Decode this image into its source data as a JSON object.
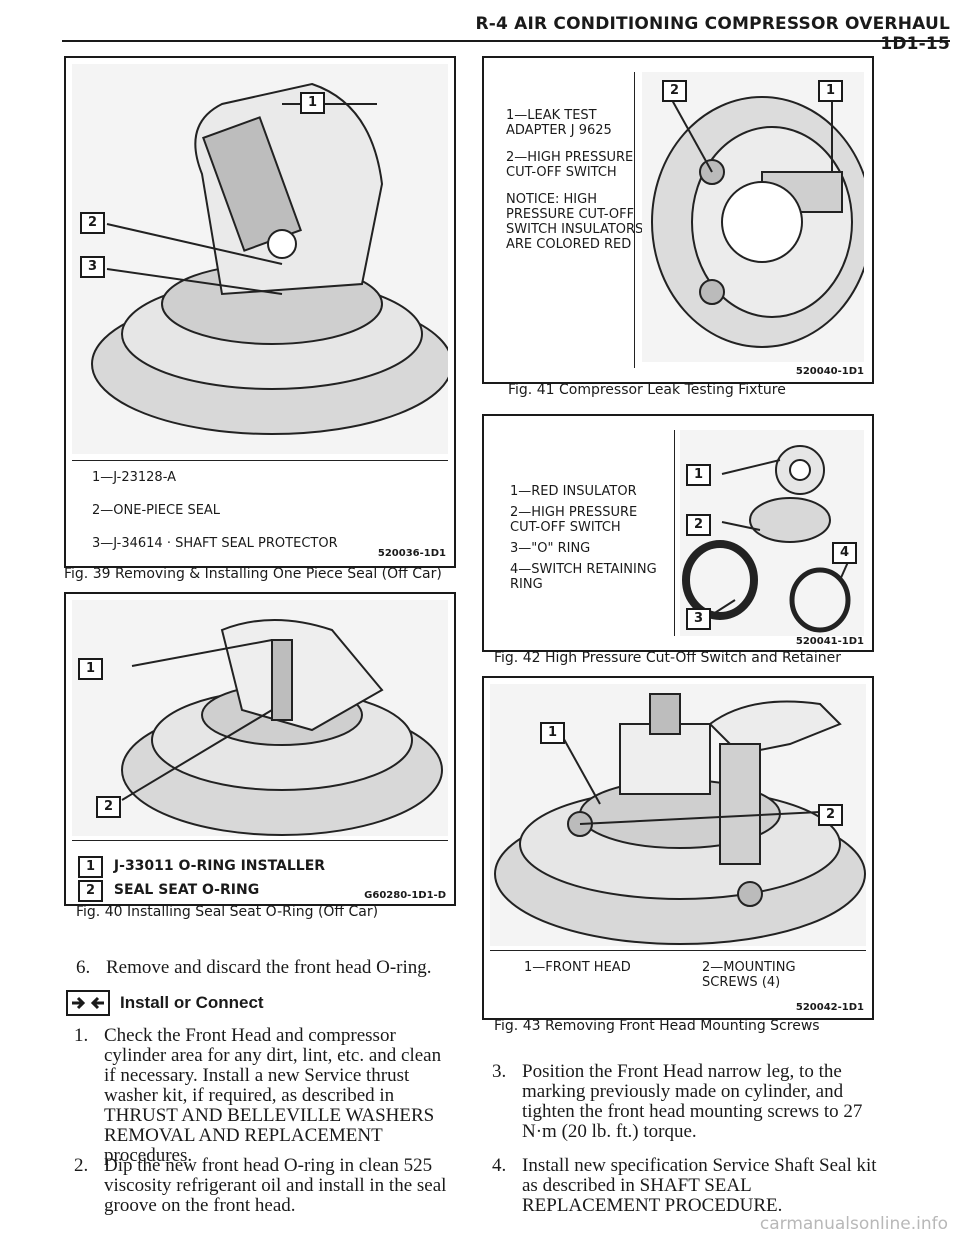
{
  "header": {
    "title": "R-4 AIR CONDITIONING COMPRESSOR OVERHAUL  1D1-15"
  },
  "fig39": {
    "callouts": [
      "1",
      "2",
      "3"
    ],
    "legend": [
      "1—J-23128-A",
      "2—ONE-PIECE SEAL",
      "3—J-34614 · SHAFT SEAL PROTECTOR"
    ],
    "code": "520036-1D1",
    "caption": "Fig. 39 Removing & Installing One Piece Seal (Off Car)"
  },
  "fig40": {
    "callouts": [
      "1",
      "2"
    ],
    "legend": [
      {
        "num": "1",
        "text": "J-33011 O-RING INSTALLER"
      },
      {
        "num": "2",
        "text": "SEAL SEAT O-RING"
      }
    ],
    "code": "G60280-1D1-D",
    "caption": "Fig. 40 Installing Seal Seat O-Ring (Off Car)"
  },
  "fig41": {
    "callouts": [
      "2",
      "1"
    ],
    "legend": [
      "1—LEAK TEST ADAPTER J 9625",
      "2—HIGH PRESSURE CUT-OFF SWITCH",
      "NOTICE: HIGH PRESSURE CUT-OFF SWITCH INSULATORS ARE COLORED RED"
    ],
    "code": "520040-1D1",
    "caption": "Fig. 41 Compressor Leak Testing Fixture"
  },
  "fig42": {
    "callouts": [
      "1",
      "2",
      "4",
      "3"
    ],
    "legend": [
      "1—RED INSULATOR",
      "2—HIGH PRESSURE CUT-OFF SWITCH",
      "3—\"O\" RING",
      "4—SWITCH RETAINING RING"
    ],
    "code": "520041-1D1",
    "caption": "Fig. 42 High Pressure Cut-Off Switch and Retainer"
  },
  "fig43": {
    "callouts": [
      "1",
      "2"
    ],
    "legend": [
      "1—FRONT HEAD",
      "2—MOUNTING SCREWS (4)"
    ],
    "code": "520042-1D1",
    "caption": "Fig. 43 Removing Front Head Mounting Screws"
  },
  "text": {
    "step6": {
      "num": "6.",
      "text": "Remove and discard the front head O-ring."
    },
    "install_heading": "Install or Connect",
    "steps": [
      {
        "num": "1.",
        "text": "Check the Front Head and compressor cylinder area for any dirt, lint, etc. and clean if necessary. Install a new Service thrust washer kit, if required, as described in THRUST AND BELLEVILLE WASHERS REMOVAL AND REPLACEMENT procedures."
      },
      {
        "num": "2.",
        "text": "Dip the new front head O-ring in clean 525 viscosity refrigerant oil and install in the seal groove on the front head."
      },
      {
        "num": "3.",
        "text": "Position the Front Head narrow leg, to the marking previously made on cylinder, and tighten the front head mounting screws to 27 N·m (20 lb. ft.) torque."
      },
      {
        "num": "4.",
        "text": "Install new specification Service Shaft Seal kit as described in SHAFT SEAL REPLACEMENT PROCEDURE."
      }
    ]
  },
  "watermark": "carmanualsonline.info"
}
